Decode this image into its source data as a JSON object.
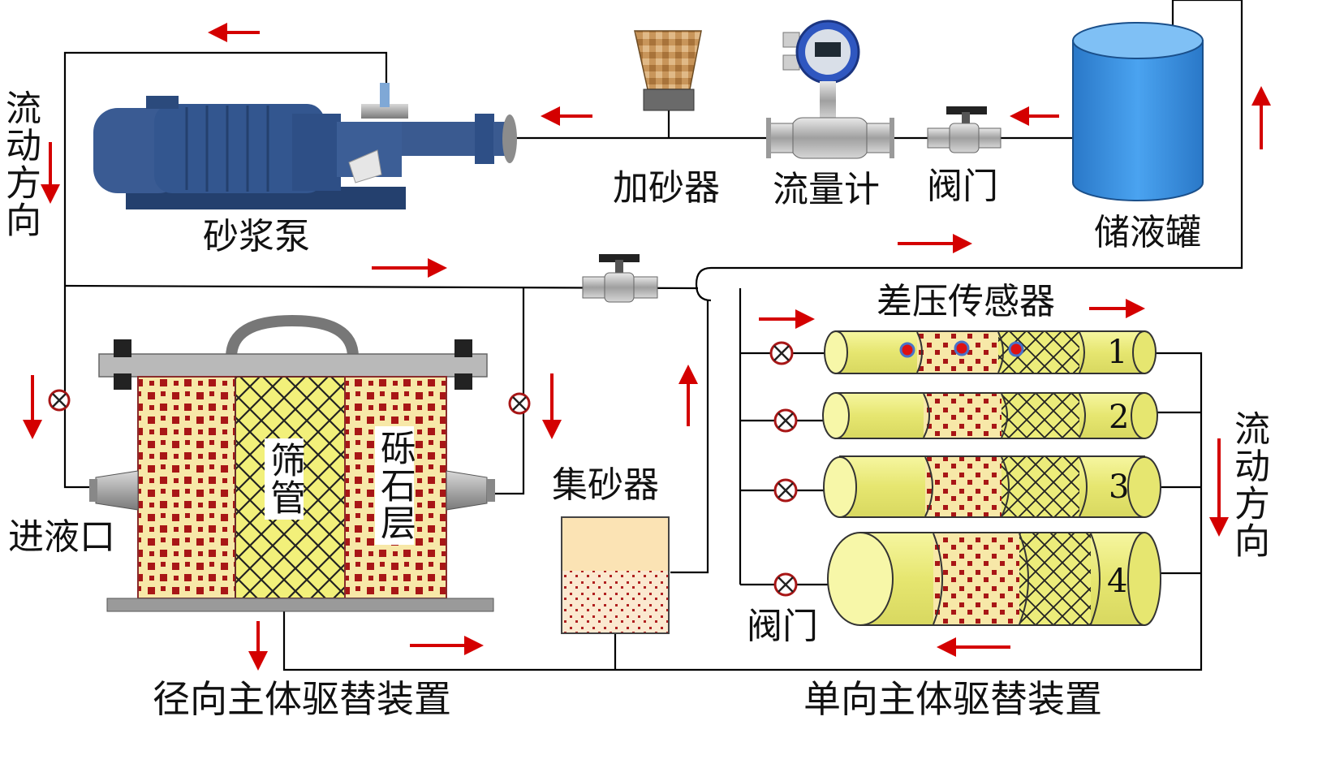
{
  "labels": {
    "sand_pump": "砂浆泵",
    "sand_adder": "加砂器",
    "flowmeter": "流量计",
    "valve_top": "阀门",
    "tank": "储液罐",
    "dp_sensor": "差压传感器",
    "flow_dir_left": "流动方向",
    "flow_dir_right": "流动方向",
    "screen_tube": "筛管",
    "gravel_layer": "砾石层",
    "inlet": "进液口",
    "sand_collector": "集砂器",
    "valve_bottom": "阀门",
    "radial_device": "径向主体驱替装置",
    "uni_device": "单向主体驱替装置"
  },
  "tube_numbers": [
    "1",
    "2",
    "3",
    "4"
  ],
  "colors": {
    "pipe": "#000000",
    "arrow": "#d40000",
    "gravel": "#f7e8a8",
    "gravel_dot": "#a81616",
    "screen": "#f2f07a",
    "tube": "#ecec7a",
    "tank": "#3a8fe0",
    "pump": "#2e4f86"
  }
}
